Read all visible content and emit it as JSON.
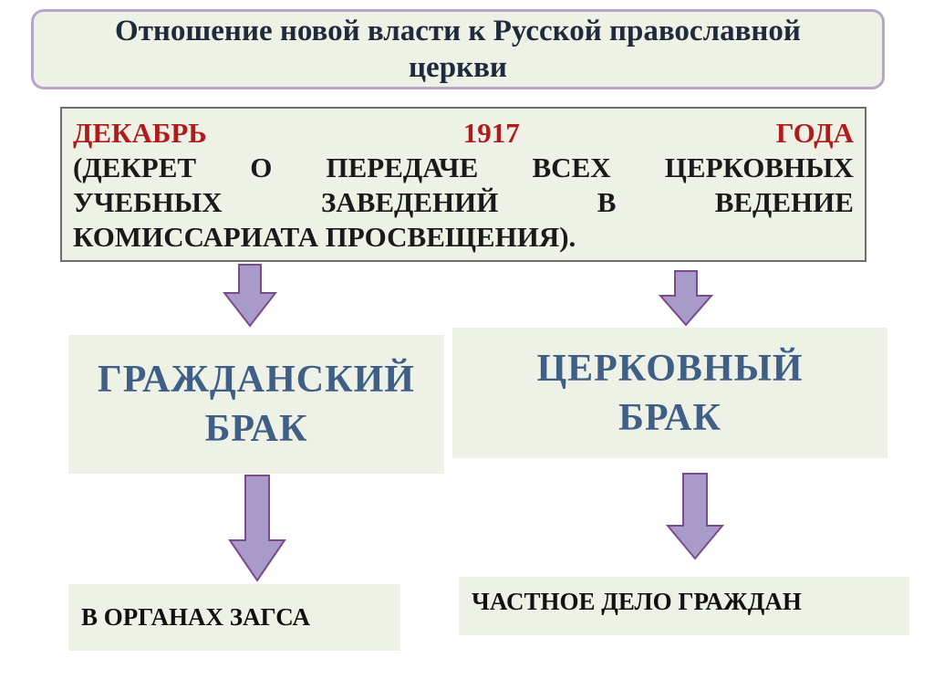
{
  "title": {
    "line1": "Отношение новой власти к Русской православной",
    "line2": "церкви"
  },
  "decree": {
    "line1_left": "ДЕКАБРЬ",
    "line1_mid": "1917",
    "line1_right": "ГОДА",
    "line2_words": [
      "(ДЕКРЕТ",
      "О",
      "ПЕРЕДАЧЕ",
      "ВСЕХ",
      "ЦЕРКОВНЫХ"
    ],
    "line3_words": [
      "УЧЕБНЫХ",
      "ЗАВЕДЕНИЙ",
      "В",
      "ВЕДЕНИЕ"
    ],
    "line4": "КОМИССАРИАТА ПРОСВЕЩЕНИЯ)."
  },
  "civil_marriage": {
    "line1": "ГРАЖДАНСКИЙ",
    "line2": "БРАК"
  },
  "church_marriage": {
    "line1": "ЦЕРКОВНЫЙ",
    "line2": "БРАК"
  },
  "civil_result": "В ОРГАНАХ ЗАГСА",
  "church_result": "ЧАСТНОЕ ДЕЛО ГРАЖДАН",
  "colors": {
    "arrow_fill": "#a99bc9",
    "arrow_stroke": "#7a4a8c",
    "box_fill": "#eef1e5",
    "marriage_text": "#3f5f86",
    "date_red": "#b01c1c"
  }
}
